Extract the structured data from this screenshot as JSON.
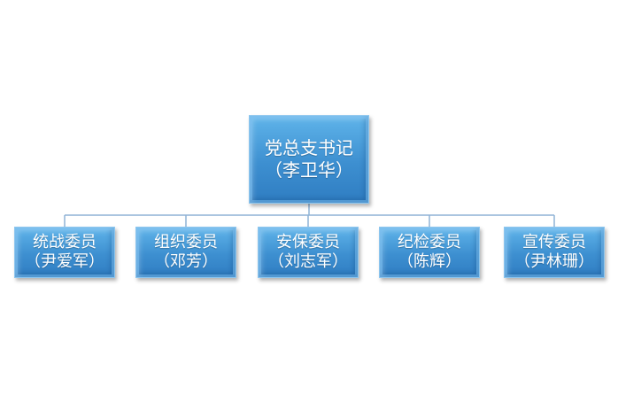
{
  "diagram": {
    "root": {
      "title": "党总支书记",
      "person": "（李卫华）"
    },
    "children": [
      {
        "title": "统战委员",
        "person": "（尹爱军）"
      },
      {
        "title": "组织委员",
        "person": "（邓芳）"
      },
      {
        "title": "安保委员",
        "person": "（刘志军）"
      },
      {
        "title": "纪检委员",
        "person": "（陈辉）"
      },
      {
        "title": "宣传委员",
        "person": "（尹林珊）"
      }
    ],
    "colors": {
      "box_fill": "#3d8fd0",
      "box_fill_light": "#5fb4ea",
      "connector": "#8fb2d6",
      "text": "#ffffff"
    }
  }
}
